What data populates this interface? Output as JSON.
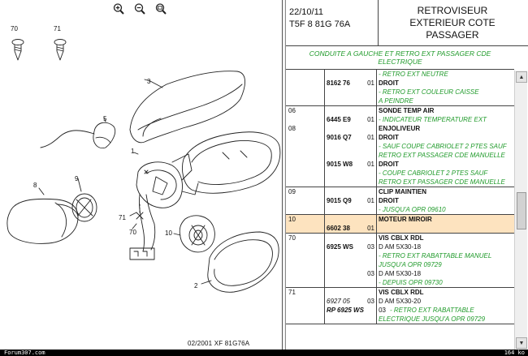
{
  "toolbar": {
    "buttons": [
      {
        "name": "zoom-in",
        "icon": "magnifier-plus-icon"
      },
      {
        "name": "zoom-out",
        "icon": "magnifier-minus-icon"
      },
      {
        "name": "zoom-reset",
        "icon": "magnifier-hundred-icon"
      }
    ]
  },
  "diagram": {
    "callouts": [
      "70",
      "71",
      "3",
      "5",
      "1",
      "8",
      "9",
      "10",
      "71",
      "70",
      "2"
    ],
    "reference": "02/2001   XF 81G76A"
  },
  "header": {
    "date": "22/10/11",
    "code": "T5F 8 81G 76A",
    "title_lines": [
      "RETROVISEUR",
      "EXTERIEUR COTE",
      "PASSAGER"
    ]
  },
  "banner": "CONDUITE A GAUCHE ET RETRO EXT PASSAGER CDE ELECTRIQUE",
  "groups": [
    {
      "highlight": false,
      "rows": [
        {
          "c1": "",
          "c2": "",
          "c3": "",
          "c4": "- RETRO EXT NEUTRE",
          "style": "green"
        },
        {
          "c1": "",
          "c2": "8162 76",
          "c3": "01",
          "c4": "DROIT",
          "style": "bold"
        },
        {
          "c1": "",
          "c2": "",
          "c3": "",
          "c4": "- RETRO EXT COULEUR CAISSE",
          "style": "green"
        },
        {
          "c1": "",
          "c2": "",
          "c3": "",
          "c4": "A PEINDRE",
          "style": "green"
        }
      ]
    },
    {
      "highlight": false,
      "rows": [
        {
          "c1": "06",
          "c2": "",
          "c3": "",
          "c4": "SONDE TEMP AIR",
          "style": "bold"
        },
        {
          "c1": "",
          "c2": "6445 E9",
          "c3": "01",
          "c4": "- INDICATEUR TEMPERATURE EXT",
          "style": "green"
        },
        {
          "c1": "08",
          "c2": "",
          "c3": "",
          "c4": "ENJOLIVEUR",
          "style": "bold"
        },
        {
          "c1": "",
          "c2": "9016 Q7",
          "c3": "01",
          "c4": "DROIT",
          "style": "bold"
        },
        {
          "c1": "",
          "c2": "",
          "c3": "",
          "c4": "- SAUF COUPE CABRIOLET 2 PTES SAUF",
          "style": "green"
        },
        {
          "c1": "",
          "c2": "",
          "c3": "",
          "c4": "RETRO EXT PASSAGER CDE MANUELLE",
          "style": "green"
        },
        {
          "c1": "",
          "c2": "9015 W8",
          "c3": "01",
          "c4": "DROIT",
          "style": "bold"
        },
        {
          "c1": "",
          "c2": "",
          "c3": "",
          "c4": "- COUPE CABRIOLET 2 PTES SAUF",
          "style": "green"
        },
        {
          "c1": "",
          "c2": "",
          "c3": "",
          "c4": "RETRO EXT PASSAGER CDE MANUELLE",
          "style": "green"
        }
      ]
    },
    {
      "highlight": false,
      "rows": [
        {
          "c1": "09",
          "c2": "",
          "c3": "",
          "c4": "CLIP MAINTIEN",
          "style": "bold"
        },
        {
          "c1": "",
          "c2": "9015 Q9",
          "c3": "01",
          "c4": "DROIT",
          "style": "bold"
        },
        {
          "c1": "",
          "c2": "",
          "c3": "",
          "c4": "- JUSQU'A OPR 09610",
          "style": "green"
        }
      ]
    },
    {
      "highlight": true,
      "rows": [
        {
          "c1": "10",
          "c2": "",
          "c3": "",
          "c4": "MOTEUR MIROIR",
          "style": "bold"
        },
        {
          "c1": "",
          "c2": "6602 38",
          "c3": "01",
          "c4": "",
          "style": "bold"
        }
      ]
    },
    {
      "highlight": false,
      "rows": [
        {
          "c1": "70",
          "c2": "",
          "c3": "",
          "c4": "VIS CBLX RDL",
          "style": "bold"
        },
        {
          "c1": "",
          "c2": "6925 WS",
          "c3": "03",
          "c4": "D AM 5X30-18",
          "style": "plain"
        },
        {
          "c1": "",
          "c2": "",
          "c3": "",
          "c4": "- RETRO EXT RABATTABLE MANUEL",
          "style": "green"
        },
        {
          "c1": "",
          "c2": "",
          "c3": "",
          "c4": "JUSQU'A OPR 09729",
          "style": "green"
        },
        {
          "c1": "",
          "c2": "",
          "c3": "03",
          "c4": "D AM 5X30-18",
          "style": "plain"
        },
        {
          "c1": "",
          "c2": "",
          "c3": "",
          "c4": "- DEPUIS OPR 09730",
          "style": "green"
        }
      ]
    },
    {
      "highlight": false,
      "rows": [
        {
          "c1": "71",
          "c2": "",
          "c3": "",
          "c4": "VIS CBLX RDL",
          "style": "bold"
        },
        {
          "c1": "",
          "c2": "6927 05",
          "c3": "03",
          "c4": "D AM 5X30-20",
          "style": "plainItal"
        },
        {
          "c1": "",
          "c2": "RP 6925 WS",
          "c3": "03",
          "c4": "- RETRO EXT RABATTABLE",
          "style": "greenRef"
        },
        {
          "c1": "",
          "c2": "",
          "c3": "",
          "c4": "ELECTRIQUE JUSQU'A OPR 09729",
          "style": "green"
        }
      ]
    }
  ],
  "status": {
    "forum": "Forum307.com",
    "size": "164 ko"
  }
}
